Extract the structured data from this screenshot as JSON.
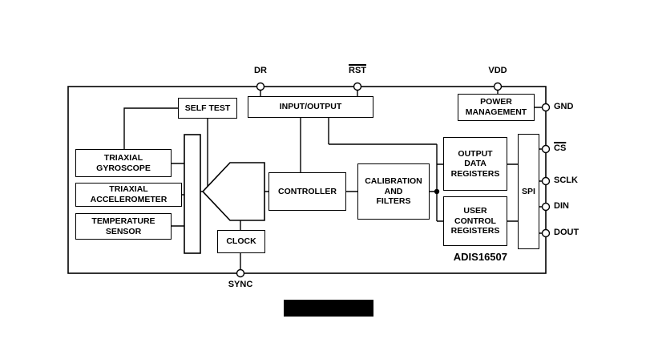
{
  "part_number": "ADIS16507",
  "blocks": {
    "self_test": {
      "label": "SELF TEST"
    },
    "input_output": {
      "label": "INPUT/OUTPUT"
    },
    "power_management": {
      "label": "POWER\nMANAGEMENT"
    },
    "triaxial_gyroscope": {
      "label": "TRIAXIAL\nGYROSCOPE"
    },
    "triaxial_accelerometer": {
      "label": "TRIAXIAL\nACCELEROMETER"
    },
    "temperature_sensor": {
      "label": "TEMPERATURE\nSENSOR"
    },
    "controller": {
      "label": "CONTROLLER"
    },
    "calibration_filters": {
      "label": "CALIBRATION\nAND\nFILTERS"
    },
    "output_data_registers": {
      "label": "OUTPUT\nDATA\nREGISTERS"
    },
    "user_control_registers": {
      "label": "USER\nCONTROL\nREGISTERS"
    },
    "spi": {
      "label": "SPI"
    },
    "clock": {
      "label": "CLOCK"
    }
  },
  "pins": {
    "dr": {
      "label": "DR"
    },
    "rst": {
      "label": "RST",
      "overline": true
    },
    "vdd": {
      "label": "VDD"
    },
    "gnd": {
      "label": "GND"
    },
    "cs": {
      "label": "CS",
      "overline": true
    },
    "sclk": {
      "label": "SCLK"
    },
    "din": {
      "label": "DIN"
    },
    "dout": {
      "label": "DOUT"
    },
    "sync": {
      "label": "SYNC"
    }
  },
  "colors": {
    "line": "#000000",
    "background": "#ffffff"
  }
}
